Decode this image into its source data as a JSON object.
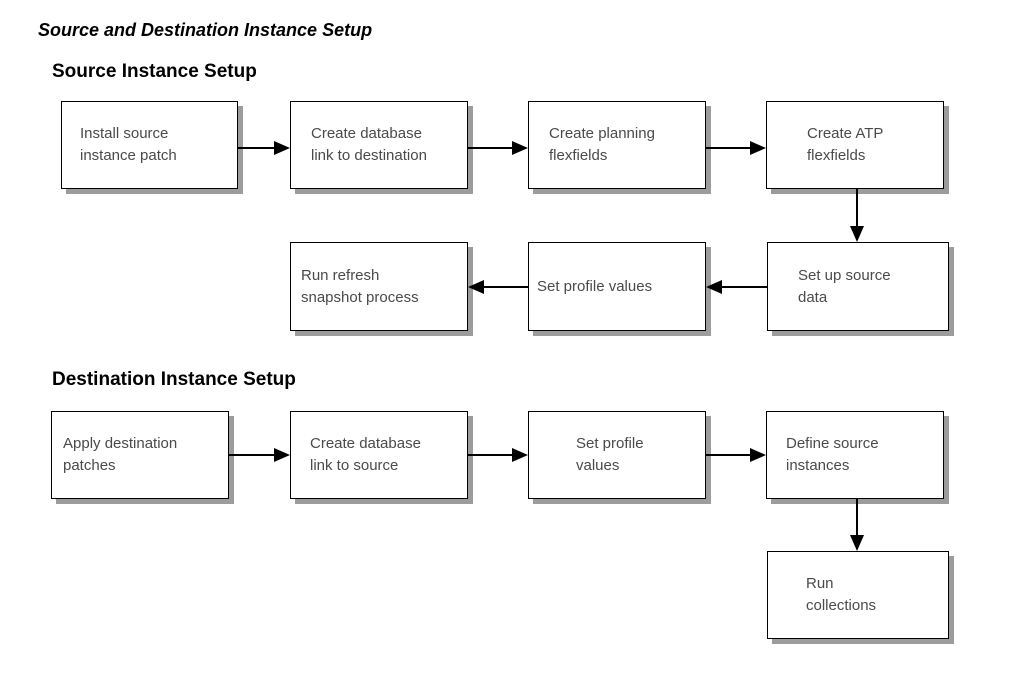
{
  "title": "Source and Destination Instance Setup",
  "colors": {
    "background": "#ffffff",
    "box_border": "#000000",
    "box_shadow": "#9c9c9c",
    "box_text": "#4a4a4a",
    "heading_text": "#000000",
    "arrow": "#000000"
  },
  "sections": [
    {
      "heading": "Source Instance Setup",
      "nodes": [
        {
          "id": "install-source-instance-patch",
          "label": "Install source\ninstance patch"
        },
        {
          "id": "create-database-link-to-destination",
          "label": "Create database\nlink to destination"
        },
        {
          "id": "create-planning-flexfields",
          "label": "Create planning\nflexfields"
        },
        {
          "id": "create-atp-flexfields",
          "label": "Create ATP\nflexfields"
        },
        {
          "id": "set-up-source-data",
          "label": "Set up source\ndata"
        },
        {
          "id": "set-profile-values",
          "label": "Set profile values"
        },
        {
          "id": "run-refresh-snapshot-process",
          "label": "Run refresh\nsnapshot process"
        }
      ],
      "edges": [
        "install-source-instance-patch -> create-database-link-to-destination",
        "create-database-link-to-destination -> create-planning-flexfields",
        "create-planning-flexfields -> create-atp-flexfields",
        "create-atp-flexfields -> set-up-source-data",
        "set-up-source-data -> set-profile-values",
        "set-profile-values -> run-refresh-snapshot-process"
      ]
    },
    {
      "heading": "Destination Instance Setup",
      "nodes": [
        {
          "id": "apply-destination-patches",
          "label": "Apply destination\npatches"
        },
        {
          "id": "create-database-link-to-source",
          "label": "Create database\nlink to source"
        },
        {
          "id": "set-profile-values",
          "label": "Set profile\nvalues"
        },
        {
          "id": "define-source-instances",
          "label": "Define source\ninstances"
        },
        {
          "id": "run-collections",
          "label": "Run\ncollections"
        }
      ],
      "edges": [
        "apply-destination-patches -> create-database-link-to-source",
        "create-database-link-to-source -> set-profile-values",
        "set-profile-values -> define-source-instances",
        "define-source-instances -> run-collections"
      ]
    }
  ]
}
